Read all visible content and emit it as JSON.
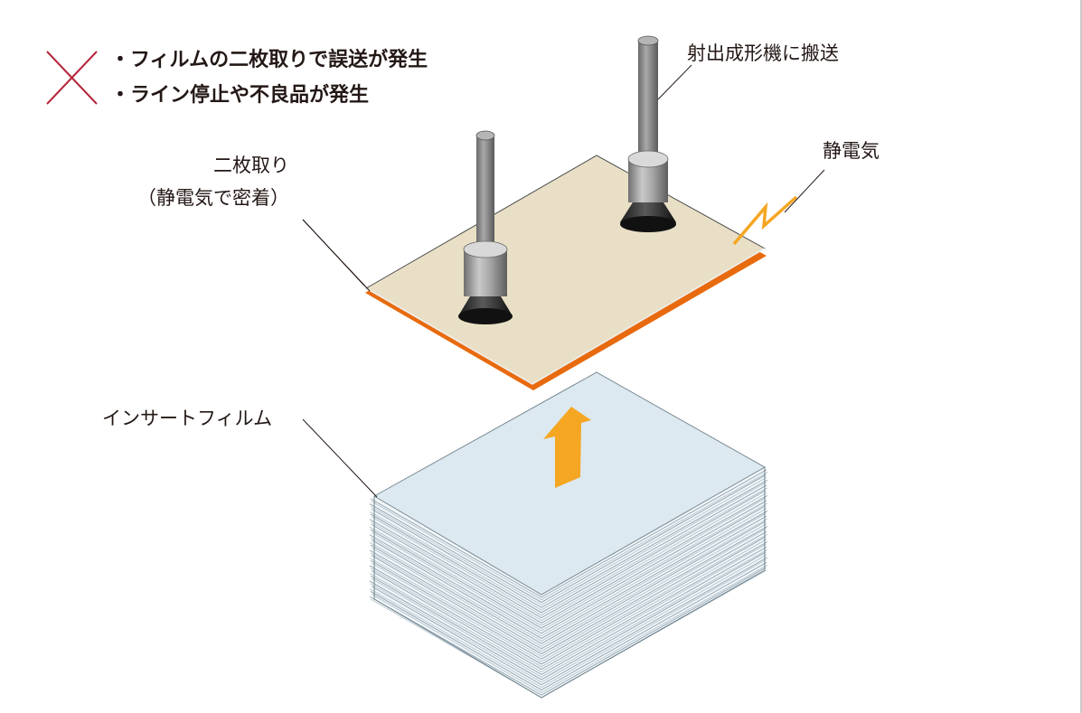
{
  "warnings": [
    "・フィルムの二枚取りで誤送が発生",
    "・ライン停止や不良品が発生"
  ],
  "labels": {
    "transfer": "射出成形機に搬送",
    "static": "静電気",
    "double_pick_line1": "二枚取り",
    "double_pick_line2": "（静電気で密着）",
    "insert_film": "インサートフィルム"
  },
  "colors": {
    "cross": "#b5273a",
    "film_top": "#e8dfc6",
    "film_under": "#e86a0e",
    "stack_top": "#dde9f0",
    "arrow": "#f5a623",
    "spark": "#f5a623",
    "rod": "#8c8c8c"
  },
  "icons": {
    "cross": "x-mark-icon",
    "lift_arrow": "up-arrow-icon",
    "spark": "lightning-icon"
  }
}
